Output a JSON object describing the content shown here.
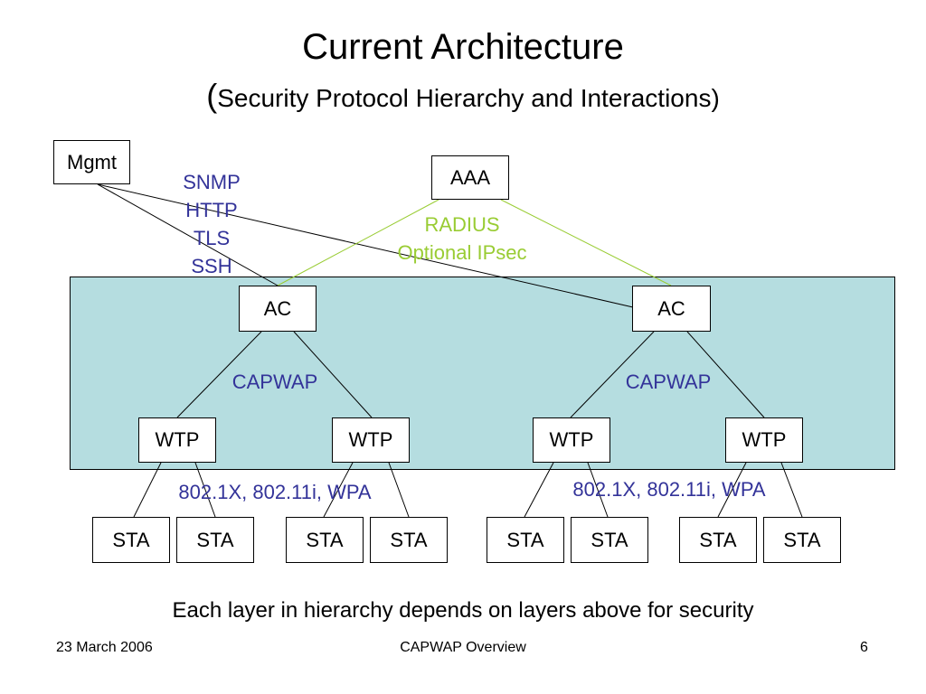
{
  "slide": {
    "title": "Current Architecture",
    "subtitle_open": "(",
    "subtitle_text": "Security Protocol Hierarchy and Interactions",
    "subtitle_close": ")",
    "caption": "Each layer in hierarchy depends on layers above for security"
  },
  "nodes": {
    "mgmt": "Mgmt",
    "aaa": "AAA",
    "ac": "AC",
    "wtp": "WTP",
    "sta": "STA"
  },
  "labels": {
    "mgmt_protocols": [
      "SNMP",
      "HTTP",
      "TLS",
      "SSH"
    ],
    "aaa_protocols": [
      "RADIUS",
      "Optional IPsec"
    ],
    "capwap": "CAPWAP",
    "station_security": "802.1X, 802.11i, WPA"
  },
  "colors": {
    "region_fill": "#b5dde0",
    "blue_text": "#333399",
    "green_text": "#99cc33",
    "green_line": "#99cc33"
  },
  "footer": {
    "date": "23 March 2006",
    "center": "CAPWAP Overview",
    "page": "6"
  }
}
